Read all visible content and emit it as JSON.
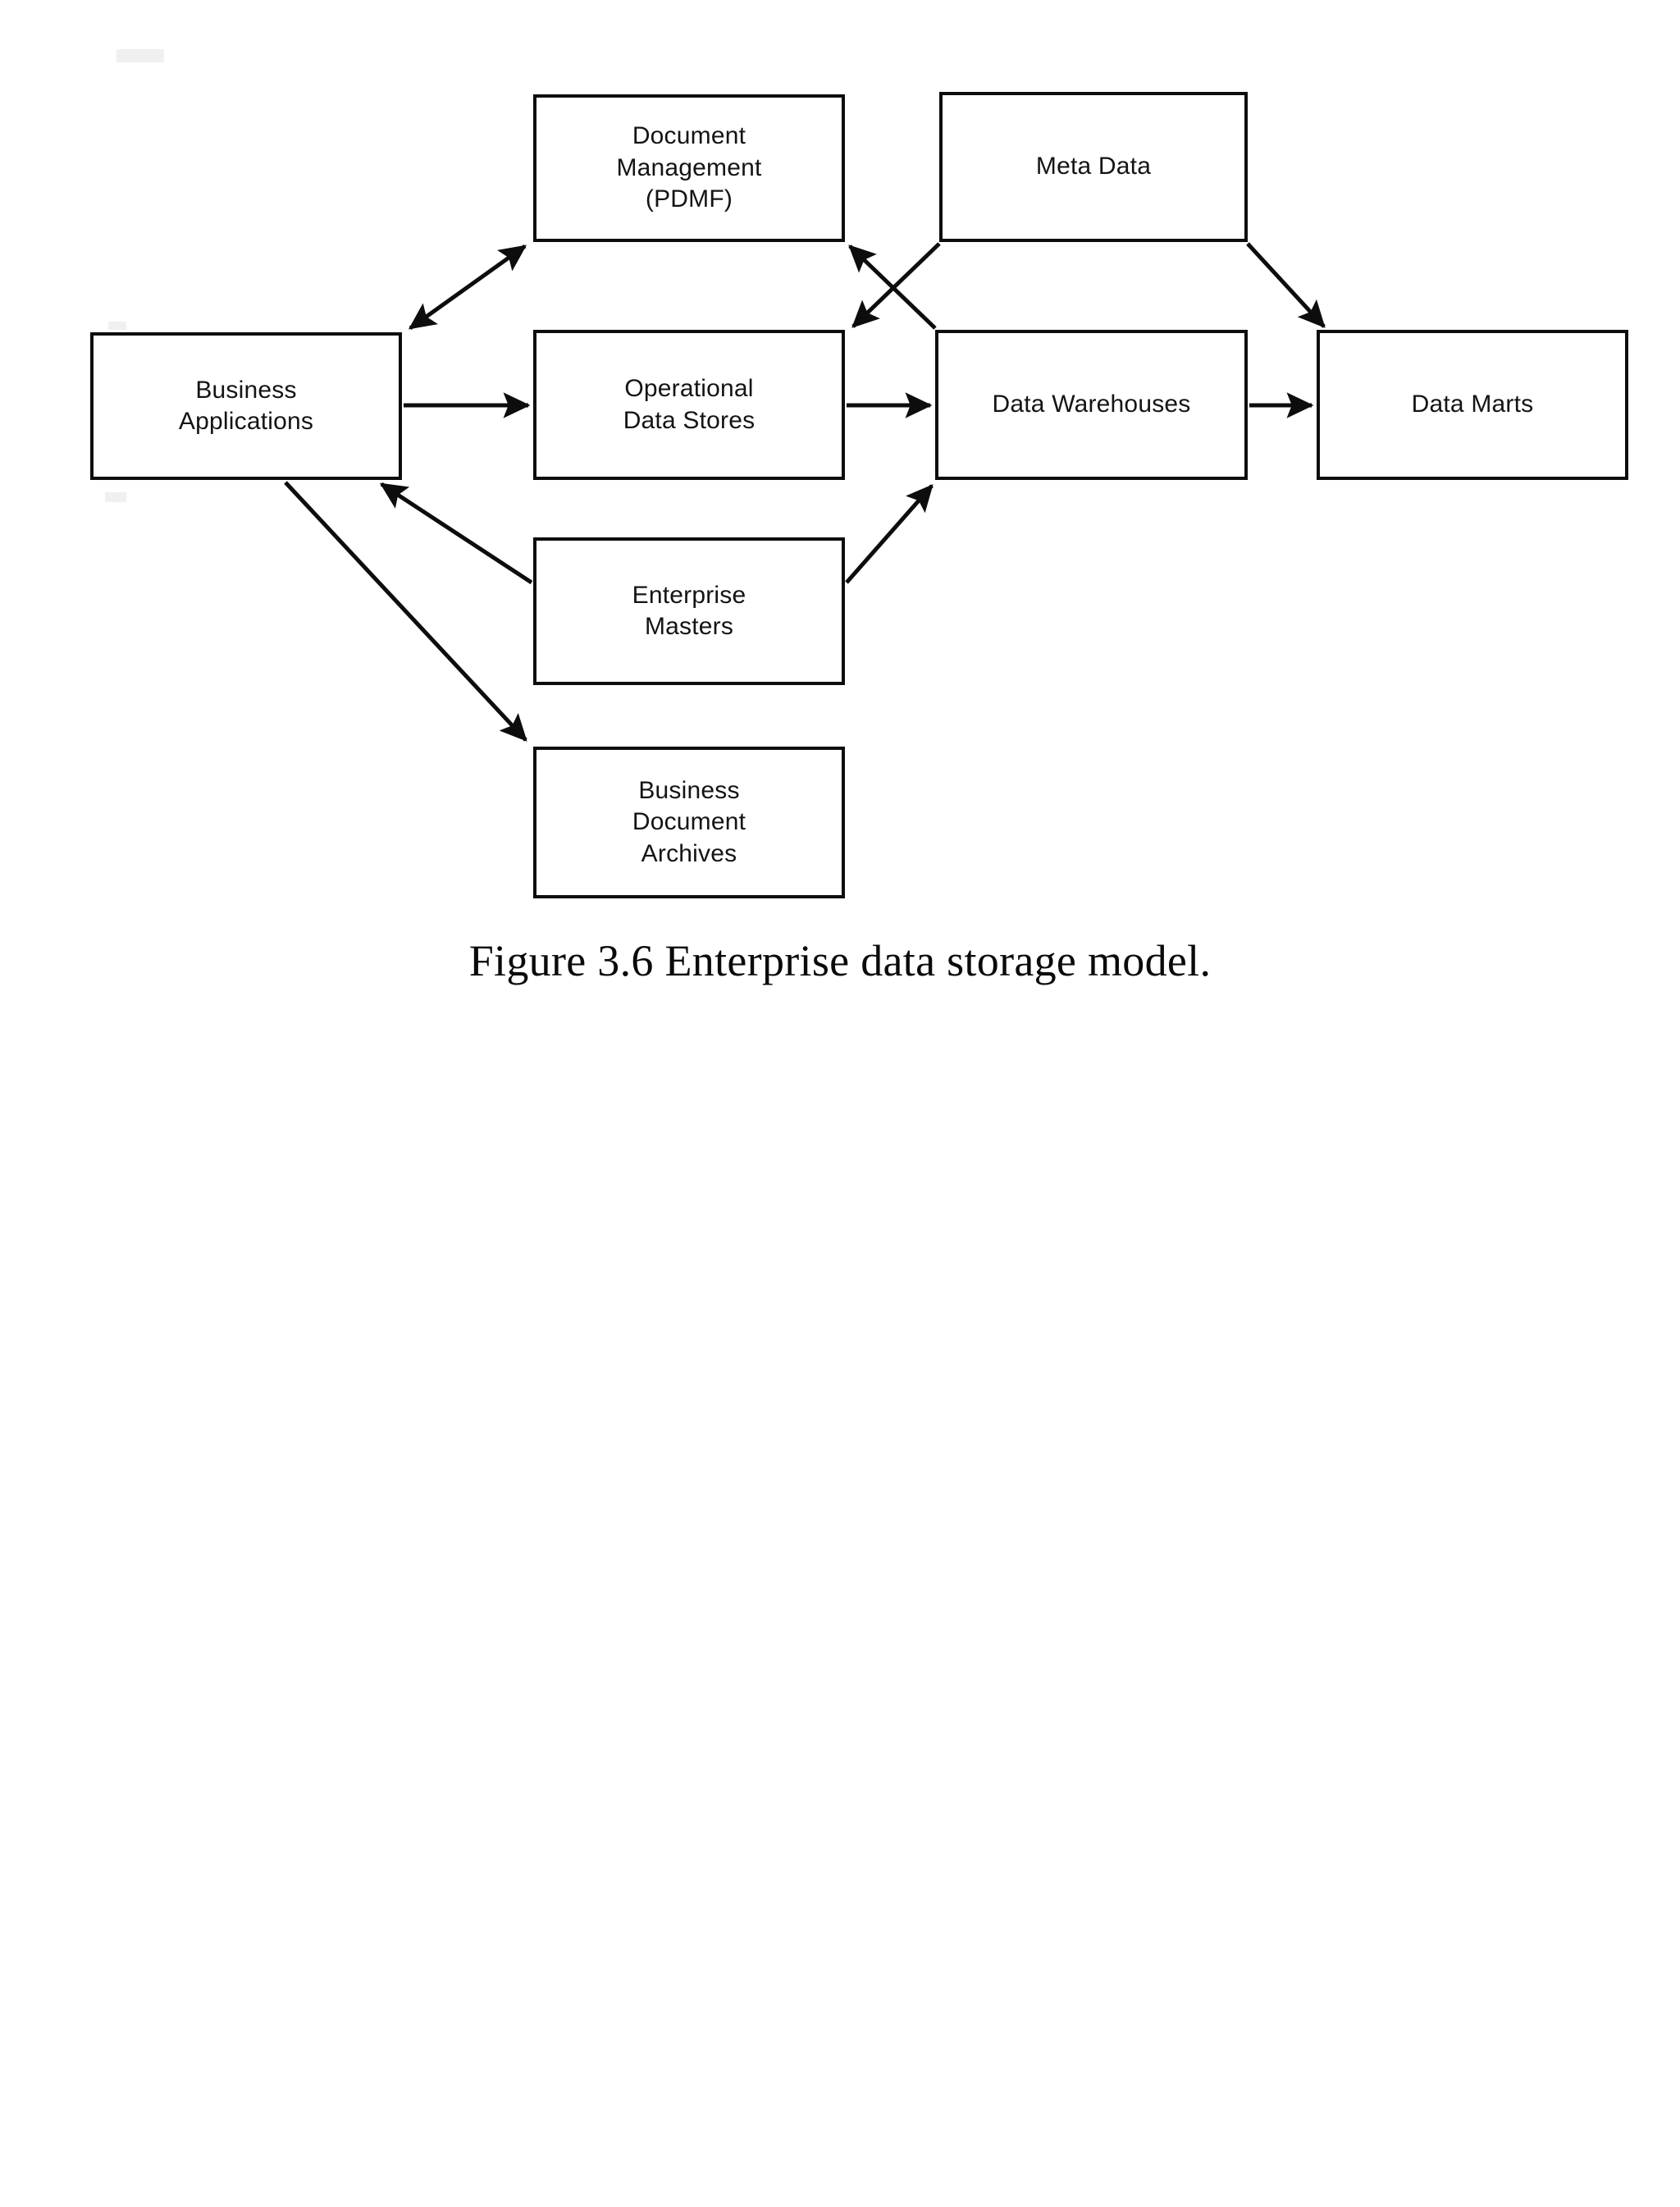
{
  "figure": {
    "caption": "Figure 3.6 Enterprise data storage model.",
    "background_color": "#ffffff",
    "line_color": "#0d0d0d",
    "text_color": "#141414"
  },
  "nodes": [
    {
      "id": "document-management",
      "label": "Document\nManagement\n(PDMF)"
    },
    {
      "id": "meta-data",
      "label": "Meta Data"
    },
    {
      "id": "business-applications",
      "label": "Business\nApplications"
    },
    {
      "id": "operational-data-stores",
      "label": "Operational\nData Stores"
    },
    {
      "id": "data-warehouses",
      "label": "Data Warehouses"
    },
    {
      "id": "data-marts",
      "label": "Data Marts"
    },
    {
      "id": "enterprise-masters",
      "label": "Enterprise\nMasters"
    },
    {
      "id": "business-document-archives",
      "label": "Business\nDocument\nArchives"
    }
  ],
  "edges": [
    {
      "id": "edge-business-applications-document-management",
      "from": "business-applications",
      "to": "document-management",
      "direction": "bidirectional"
    },
    {
      "id": "edge-business-applications-operational-data-stores",
      "from": "business-applications",
      "to": "operational-data-stores",
      "direction": "forward"
    },
    {
      "id": "edge-operational-data-stores-data-warehouses",
      "from": "operational-data-stores",
      "to": "data-warehouses",
      "direction": "forward"
    },
    {
      "id": "edge-data-warehouses-data-marts",
      "from": "data-warehouses",
      "to": "data-marts",
      "direction": "forward"
    },
    {
      "id": "edge-data-warehouses-document-management",
      "from": "data-warehouses",
      "to": "document-management",
      "direction": "forward"
    },
    {
      "id": "edge-meta-data-data-warehouses",
      "from": "meta-data",
      "to": "data-warehouses",
      "direction": "forward"
    },
    {
      "id": "edge-meta-data-data-marts",
      "from": "meta-data",
      "to": "data-marts",
      "direction": "forward"
    },
    {
      "id": "edge-enterprise-masters-business-applications",
      "from": "enterprise-masters",
      "to": "business-applications",
      "direction": "forward"
    },
    {
      "id": "edge-enterprise-masters-data-warehouses",
      "from": "enterprise-masters",
      "to": "data-warehouses",
      "direction": "forward"
    },
    {
      "id": "edge-business-applications-business-document-archives",
      "from": "business-applications",
      "to": "business-document-archives",
      "direction": "forward"
    }
  ]
}
